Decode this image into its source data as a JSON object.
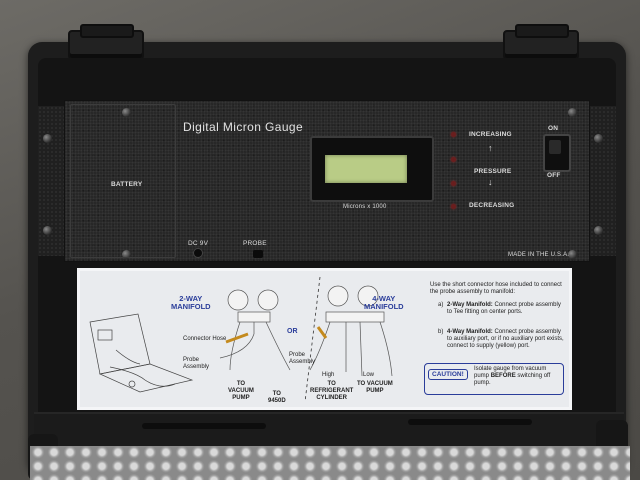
{
  "device": {
    "title": "Digital Micron Gauge",
    "battery_label": "BATTERY",
    "dc_label": "DC 9V",
    "probe_label": "PROBE",
    "display_unit": "Microns x 1000",
    "indicator_top": "INCREASING",
    "indicator_mid": "PRESSURE",
    "indicator_bottom": "DECREASING",
    "switch_on": "ON",
    "switch_off": "OFF",
    "origin": "MADE IN THE U.S.A."
  },
  "card": {
    "two_way": "2-WAY\nMANIFOLD",
    "or": "OR",
    "four_way": "4-WAY\nMANIFOLD",
    "connector_hose": "Connector Hose",
    "probe_assembly_left": "Probe\nAssembly",
    "probe_assembly_right": "Probe\nAssembly",
    "high": "High",
    "low": "Low",
    "to_vacuum_pump_left": "TO\nVACUUM\nPUMP",
    "to_9450d": "TO\n9450D",
    "to_refrigerant": "TO\nREFRIGERANT\nCYLINDER",
    "to_vacuum_pump_right": "TO VACUUM\nPUMP",
    "intro": "Use the short connector hose included to connect the probe assembly to manifold:",
    "step_a_key": "a)",
    "step_a_title": "2-Way Manifold:",
    "step_a_text": "Connect probe assembly to Tee fitting on center ports.",
    "step_b_key": "b)",
    "step_b_title": "4-Way Manifold:",
    "step_b_text": "Connect probe assembly to auxiliary port, or if no auxiliary port exists, connect to supply (yellow) port.",
    "caution": "CAUTION!",
    "caution_text_1": "Isolate gauge from vacuum pump ",
    "caution_text_bold": "BEFORE",
    "caution_text_2": " switching off pump."
  },
  "colors": {
    "case": "#1d1d1d",
    "lcd": "#b9cc86",
    "card": "#e9ebee",
    "card_blue": "#2a3d9a",
    "led": "#6a1e1e"
  }
}
